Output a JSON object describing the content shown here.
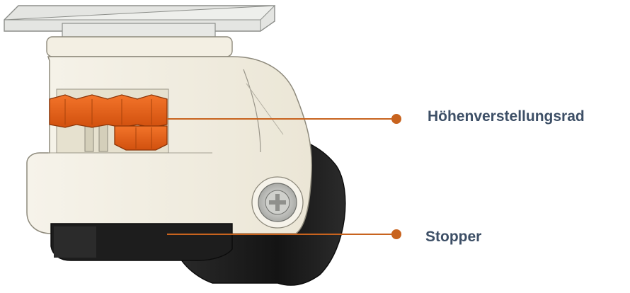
{
  "callouts": [
    {
      "id": "height-wheel",
      "label": "Höhenverstellungsrad"
    },
    {
      "id": "stopper",
      "label": "Stopper"
    }
  ],
  "colors": {
    "leader_line": "#c8631e",
    "label_text": "#3d4f66",
    "body": "#f1ede0",
    "adjust_wheel": "#e85d12",
    "tire": "#1c1c1c",
    "top_plate": "#dfe0dd"
  }
}
